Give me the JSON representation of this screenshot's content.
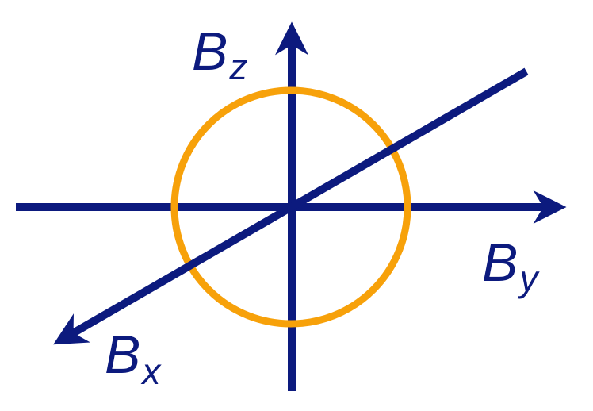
{
  "diagram": {
    "labels": {
      "z_axis": {
        "main": "B",
        "sub": "z"
      },
      "y_axis": {
        "main": "B",
        "sub": "y"
      },
      "x_axis": {
        "main": "B",
        "sub": "x"
      }
    },
    "colors": {
      "axes": "#0c1a7e",
      "circle": "#f7a10a",
      "background": "#ffffff"
    }
  }
}
